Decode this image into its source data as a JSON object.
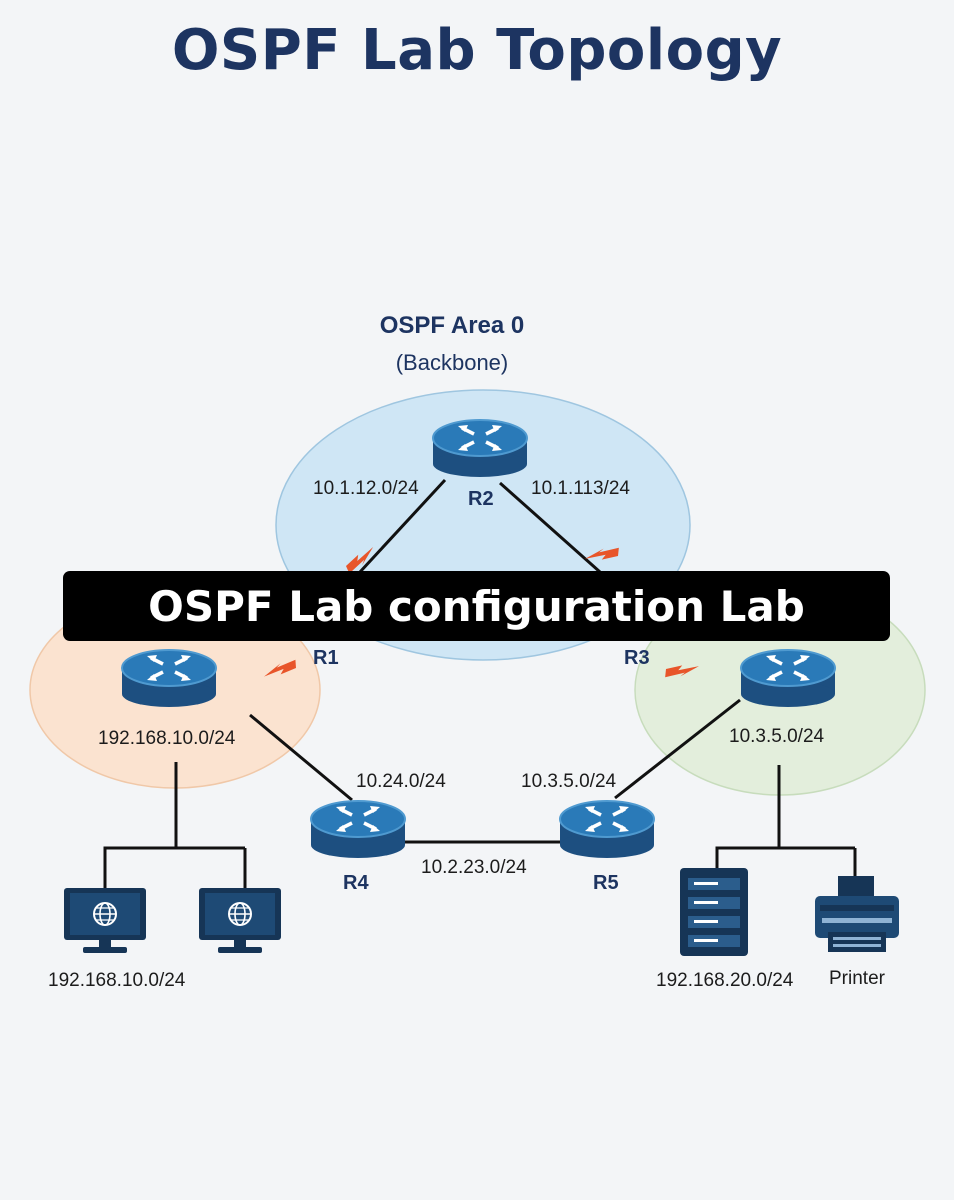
{
  "title": "OSPF Lab Topology",
  "area": {
    "name": "OSPF Area 0",
    "subtitle": "(Backbone)"
  },
  "banner": "OSPF Lab configuration Lab",
  "routers": {
    "r1": "R1",
    "r2": "R2",
    "r3": "R3",
    "r4": "R4",
    "r5": "R5"
  },
  "links": {
    "r1_r2": "10.1.12.0/24",
    "r2_r3": "10.1.113/24",
    "r1_lan": "192.168.10.0/24",
    "r3_lan": "10.3.5.0/24",
    "r1_r4": "10.24.0/24",
    "r3_r5": "10.3.5.0/24",
    "r4_r5": "10.2.23.0/24"
  },
  "devices": {
    "pcs_label": "192.168.10.0/24",
    "server_label": "192.168.20.0/24",
    "printer_label": "Printer"
  },
  "colors": {
    "title": "#1d3461",
    "router_top": "#2a7ab8",
    "router_body": "#1d4f80",
    "area0": "#cfe6f5",
    "area_left": "#fbe3d0",
    "area_right": "#e3eedc",
    "lightning": "#e8552a"
  },
  "icons": [
    "router-icon",
    "pc-monitor-icon",
    "globe-icon",
    "server-icon",
    "printer-icon",
    "lightning-icon"
  ]
}
